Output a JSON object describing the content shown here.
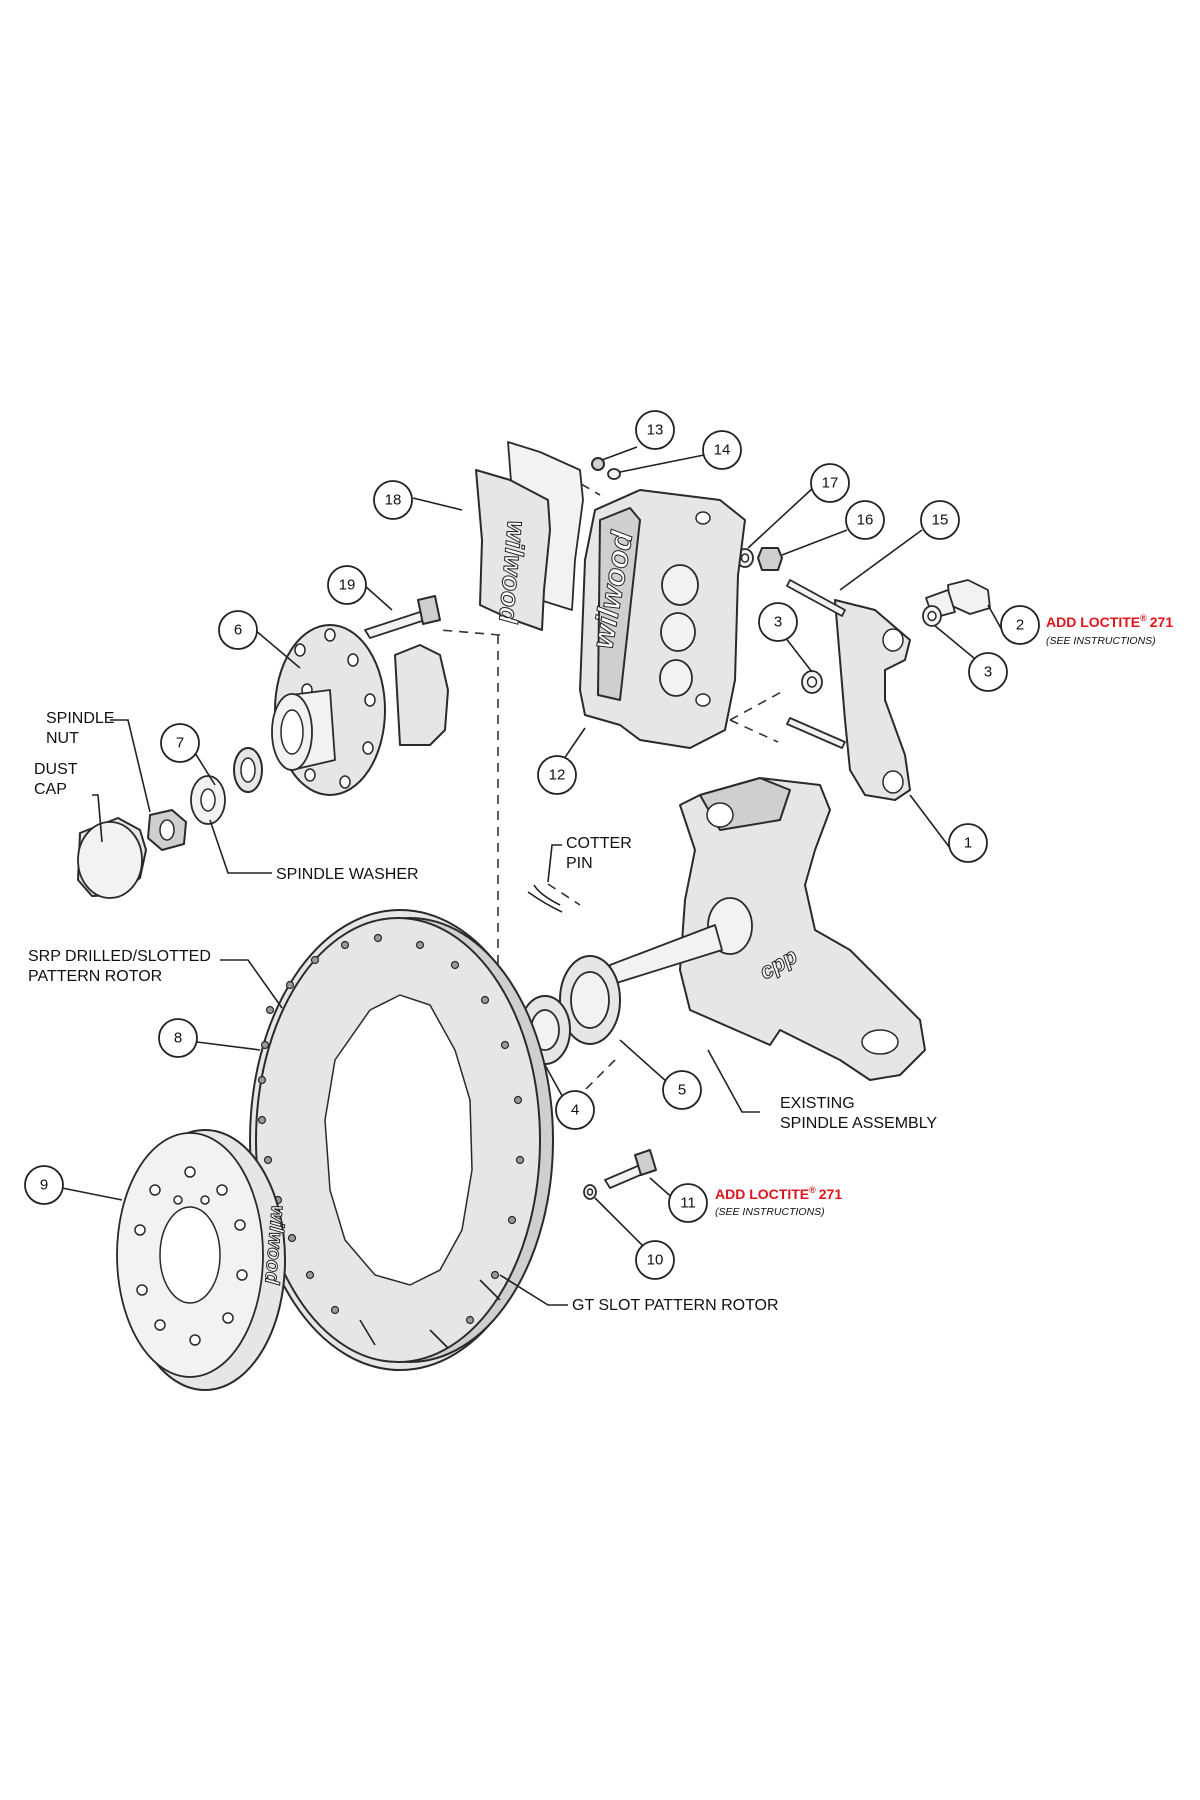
{
  "callouts": {
    "c1": "1",
    "c2": "2",
    "c3a": "3",
    "c3b": "3",
    "c4": "4",
    "c5": "5",
    "c6": "6",
    "c7": "7",
    "c8": "8",
    "c9": "9",
    "c10": "10",
    "c11": "11",
    "c12": "12",
    "c13": "13",
    "c14": "14",
    "c15": "15",
    "c16": "16",
    "c17": "17",
    "c18": "18",
    "c19": "19"
  },
  "labels": {
    "spindle_nut": [
      "SPINDLE",
      "NUT"
    ],
    "dust_cap": [
      "DUST",
      "CAP"
    ],
    "spindle_washer": "SPINDLE WASHER",
    "cotter_pin": [
      "COTTER",
      "PIN"
    ],
    "srp_rotor": [
      "SRP DRILLED/SLOTTED",
      "PATTERN ROTOR"
    ],
    "existing_spindle": [
      "EXISTING",
      "SPINDLE ASSEMBLY"
    ],
    "gt_rotor": "GT SLOT PATTERN ROTOR",
    "loctite_a": "ADD LOCTITE",
    "loctite_a_num": "271",
    "loctite_a_sub": "(SEE INSTRUCTIONS)",
    "loctite_b": "ADD LOCTITE",
    "loctite_b_num": "271",
    "loctite_b_sub": "(SEE INSTRUCTIONS)",
    "registered": "®"
  },
  "logos": {
    "brand_mark": "wilwood",
    "spindle_mark": "cpp"
  },
  "colors": {
    "accent_red": "#e0141c",
    "line": "#2a2a2a",
    "part_fill": "#e6e6e6"
  }
}
